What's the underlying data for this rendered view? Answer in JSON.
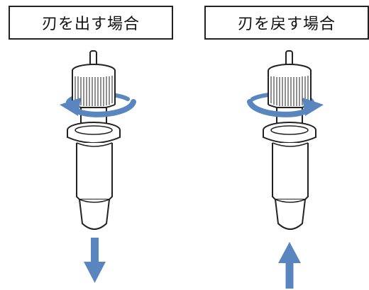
{
  "panels": [
    {
      "label": "刃を出す場合",
      "rotation": "counterclockwise",
      "arrow": "down"
    },
    {
      "label": "刃を戻す場合",
      "rotation": "clockwise",
      "arrow": "up"
    }
  ],
  "colors": {
    "arrow": "#5a86bf",
    "outline": "#222222",
    "label_border": "#222222"
  }
}
